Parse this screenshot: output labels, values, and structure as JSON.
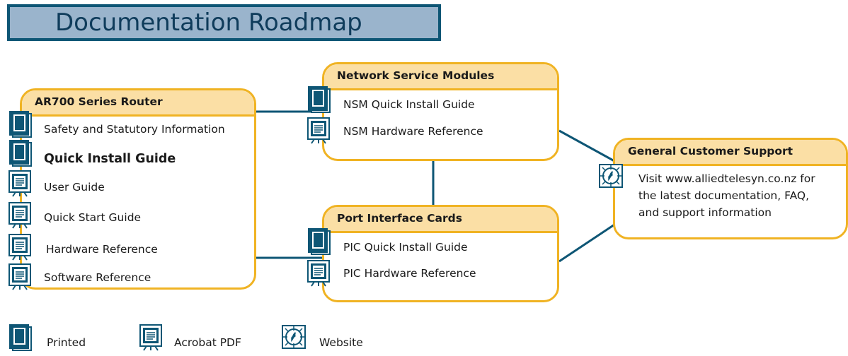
{
  "title": "Documentation Roadmap",
  "router": {
    "header": "AR700 Series Router",
    "items": [
      {
        "label": "Safety and Statutory Information",
        "icon": "printed"
      },
      {
        "label": "Quick Install Guide",
        "icon": "printed",
        "emphasis": true
      },
      {
        "label": "User Guide",
        "icon": "pdf"
      },
      {
        "label": "Quick Start Guide",
        "icon": "pdf"
      },
      {
        "label": "Hardware Reference",
        "icon": "pdf"
      },
      {
        "label": "Software Reference",
        "icon": "pdf"
      }
    ]
  },
  "nsm": {
    "header": "Network Service Modules",
    "items": [
      {
        "label": "NSM Quick Install Guide",
        "icon": "printed"
      },
      {
        "label": "NSM Hardware Reference",
        "icon": "pdf"
      }
    ]
  },
  "pic": {
    "header": "Port Interface Cards",
    "items": [
      {
        "label": "PIC Quick Install Guide",
        "icon": "printed"
      },
      {
        "label": "PIC Hardware Reference",
        "icon": "pdf"
      }
    ]
  },
  "support": {
    "header": "General Customer Support",
    "lines": [
      "Visit www.alliedtelesyn.co.nz for",
      "the latest documentation, FAQ,",
      "and support information"
    ],
    "icon": "website"
  },
  "legend": [
    {
      "label": "Printed",
      "icon": "printed"
    },
    {
      "label": "Acrobat PDF",
      "icon": "pdf"
    },
    {
      "label": "Website",
      "icon": "website"
    }
  ],
  "colors": {
    "accent": "#f0b323",
    "header_fill": "#fbdfa5",
    "line": "#0e5675",
    "banner": "#9ab4cc"
  }
}
